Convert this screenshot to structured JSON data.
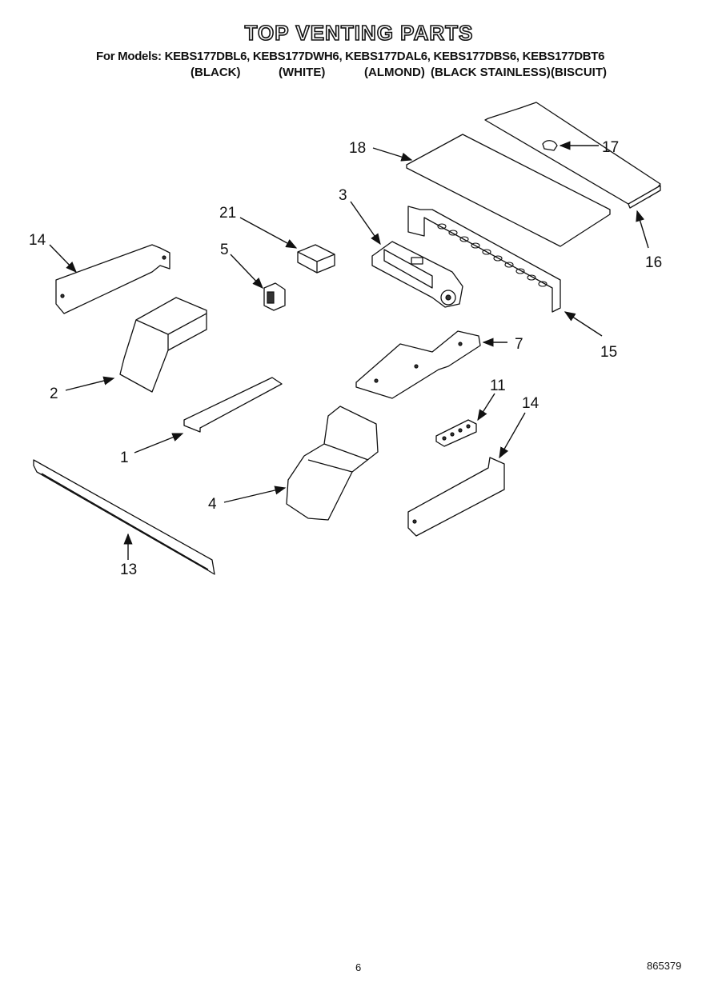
{
  "header": {
    "title": "TOP VENTING PARTS",
    "models": "For Models: KEBS177DBL6, KEBS177DWH6, KEBS177DAL6, KEBS177DBS6, KEBS177DBT6",
    "colors": [
      "(BLACK)",
      "(WHITE)",
      "(ALMOND)",
      "(BLACK STAINLESS)",
      "(BISCUIT)"
    ]
  },
  "callouts": [
    "18",
    "17",
    "16",
    "3",
    "21",
    "14",
    "5",
    "15",
    "7",
    "2",
    "11",
    "14",
    "1",
    "4",
    "13"
  ],
  "footer": {
    "page_number": "6",
    "doc_number": "865379"
  }
}
